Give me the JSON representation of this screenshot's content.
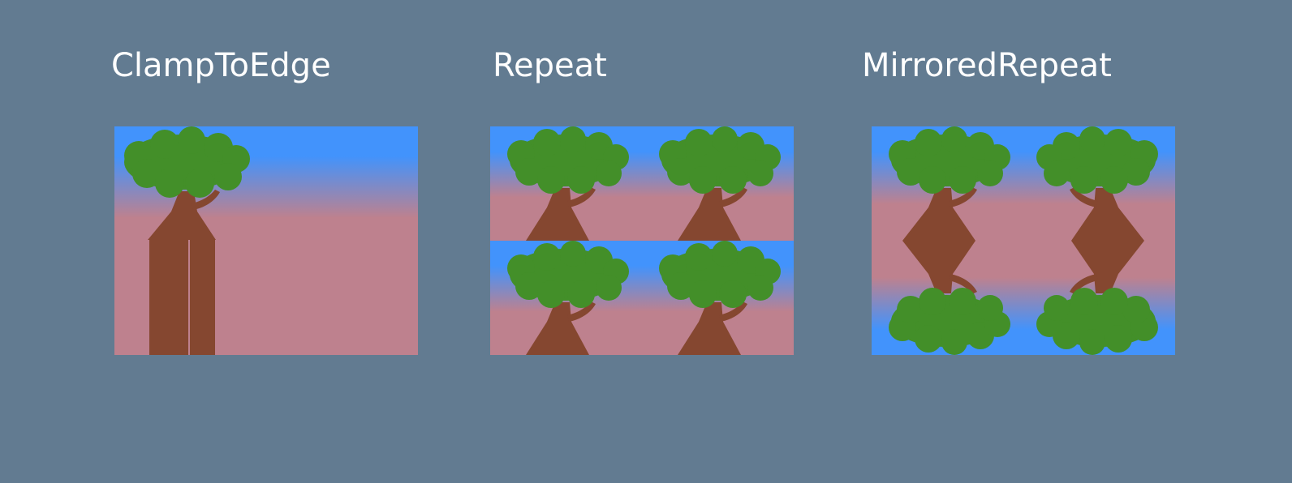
{
  "demos": [
    {
      "label": "ClampToEdge",
      "mode": "clamp"
    },
    {
      "label": "Repeat",
      "mode": "repeat"
    },
    {
      "label": "MirroredRepeat",
      "mode": "mirror"
    }
  ],
  "colors": {
    "background": "#627b91",
    "label": "#ffffff",
    "sky_top": "#4293fc",
    "sky_bottom": "#be818e",
    "foliage": "#438f29",
    "trunk": "#854730"
  }
}
